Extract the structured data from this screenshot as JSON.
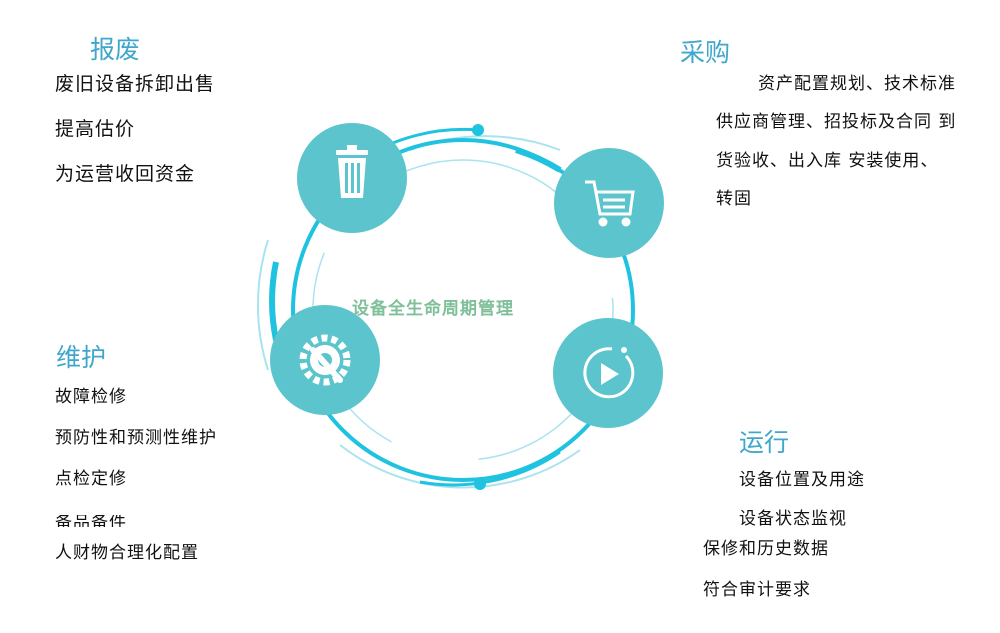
{
  "center": {
    "title": "设备全生命周期管理"
  },
  "stages": {
    "scrap": {
      "heading": "报废",
      "items": [
        "废旧设备拆卸出售",
        "提高估价",
        "为运营收回资金"
      ]
    },
    "purchase": {
      "heading": "采购",
      "items": [
        "资产配置规划、技术标准",
        "供应商管理、招投标及合同 到",
        "货验收、出入库 安装使用、",
        "转固"
      ]
    },
    "maintain": {
      "heading": "维护",
      "items": [
        "故障检修",
        "预防性和预测性维护",
        "点检定修",
        "备品备件",
        "人财物合理化配置"
      ]
    },
    "operate": {
      "heading": "运行",
      "items": [
        "设备位置及用途",
        "设备状态监视",
        "保修和历史数据",
        "符合审计要求"
      ]
    }
  },
  "icons": {
    "scrap": "trash-icon",
    "purchase": "shopping-cart-icon",
    "maintain": "gear-wrench-icon",
    "operate": "play-circle-icon"
  },
  "colors": {
    "ring": "#1fc3e0",
    "ring_light": "#a8e4ef",
    "node": "#5cc4cc",
    "heading": "#3fa7cc",
    "center_text": "#7fbf9a"
  }
}
